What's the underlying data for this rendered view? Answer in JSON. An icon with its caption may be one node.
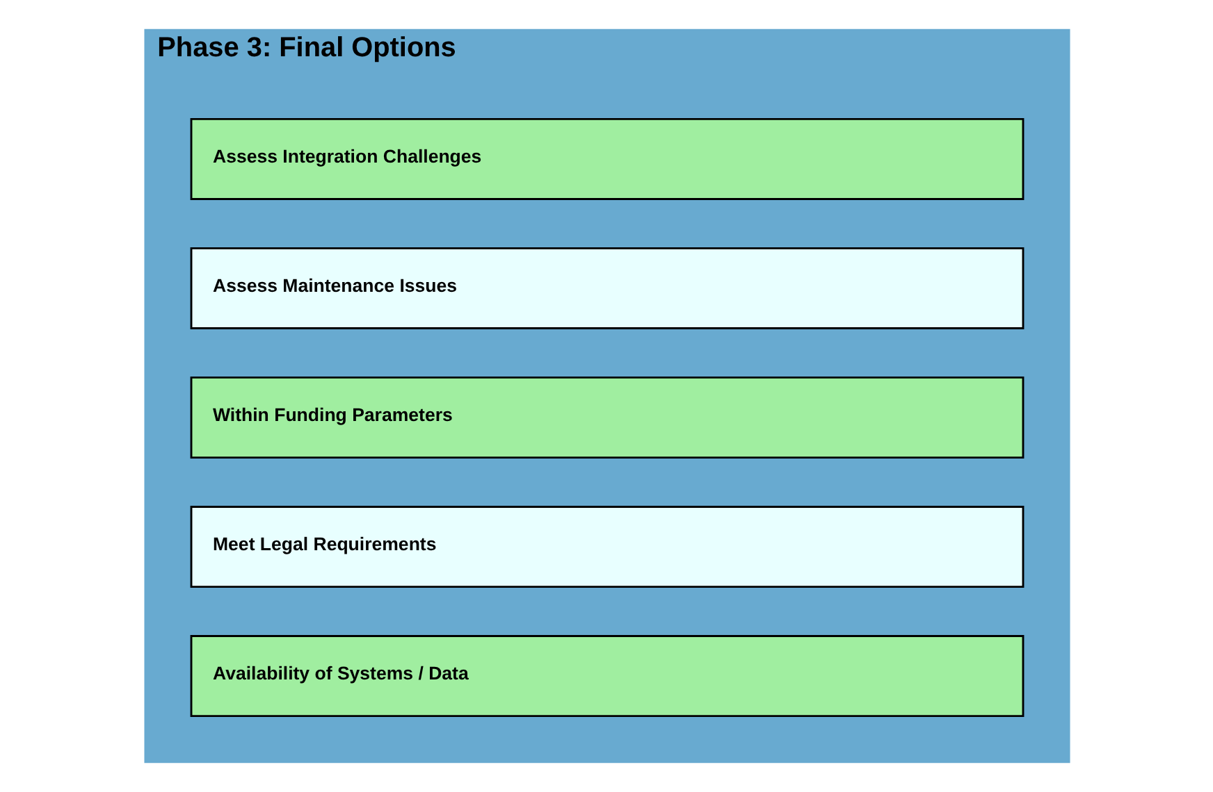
{
  "diagram": {
    "nodes": [
      {
        "text": [
          "Phase 3: Final Options"
        ]
      },
      {
        "text": [
          "Assess Integration Challenges"
        ],
        "in": 0
      },
      {
        "text": [
          "Assess Maintenance Issues"
        ],
        "in": 0
      },
      {
        "text": [
          "Within Funding Parameters"
        ],
        "in": 0
      },
      {
        "text": [
          "Meet Legal Requirements"
        ],
        "in": 0
      },
      {
        "text": [
          "Availability of Systems / Data"
        ],
        "in": 0
      }
    ]
  }
}
